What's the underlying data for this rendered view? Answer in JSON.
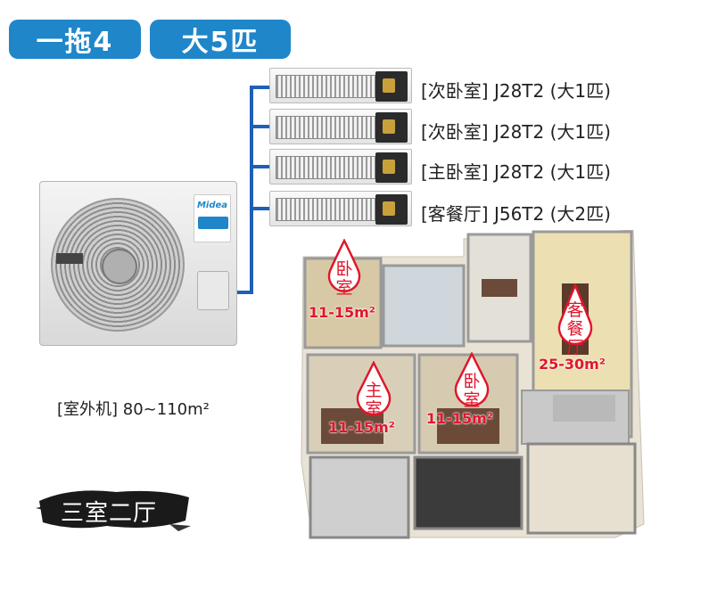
{
  "header": {
    "badge_config": "一拖4",
    "badge_power": "大5匹"
  },
  "indoor_units": [
    {
      "label": "[次卧室] J28T2 (大1匹)"
    },
    {
      "label": "[次卧室] J28T2 (大1匹)"
    },
    {
      "label": "[主卧室] J28T2 (大1匹)"
    },
    {
      "label": "[客餐厅] J56T2 (大2匹)"
    }
  ],
  "outdoor_unit": {
    "label": "[室外机] 80~110m²",
    "brand": "Midea"
  },
  "caption": "三室二厅",
  "rooms": [
    {
      "name_line1": "卧",
      "name_line2": "室",
      "name_line3": "",
      "area": "11-15m²"
    },
    {
      "name_line1": "客",
      "name_line2": "餐",
      "name_line3": "厅",
      "area": "25-30m²"
    },
    {
      "name_line1": "主",
      "name_line2": "室",
      "name_line3": "",
      "area": "11-15m²"
    },
    {
      "name_line1": "卧",
      "name_line2": "室",
      "name_line3": "",
      "area": "11-15m²"
    }
  ],
  "colors": {
    "badge": "#1f86c9",
    "connector": "#1f5fb8",
    "room_label": "#e0162b",
    "caption_brush": "#1a1a1a"
  }
}
